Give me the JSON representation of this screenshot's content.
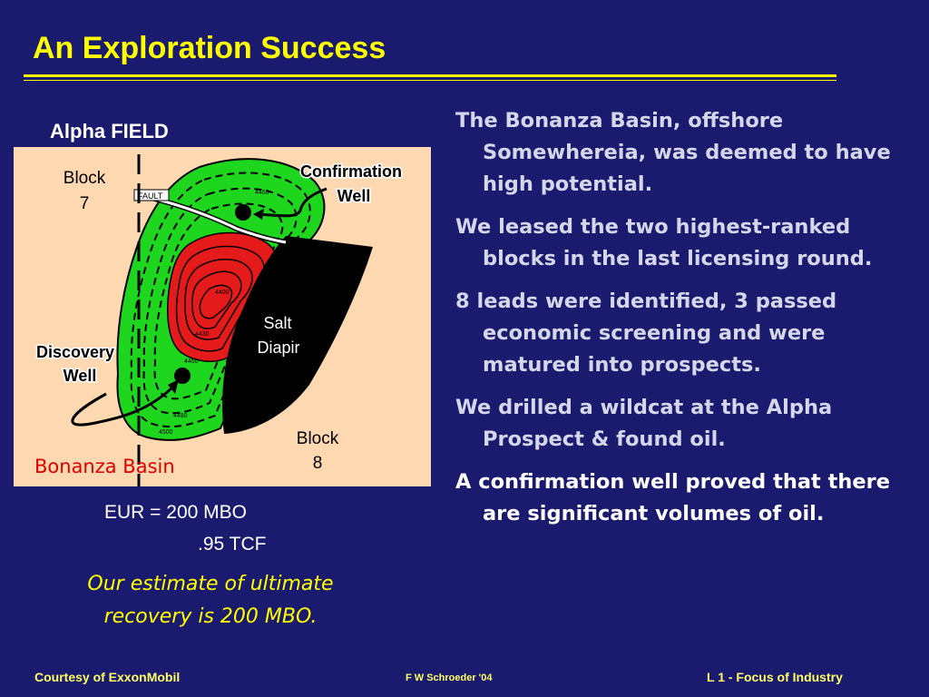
{
  "slide": {
    "title": "An Exploration Success"
  },
  "map": {
    "heading": "Alpha FIELD",
    "block7_line1": "Block",
    "block7_line2": "7",
    "block8_line1": "Block",
    "block8_line2": "8",
    "confirmation_line1": "Confirmation",
    "confirmation_line2": "Well",
    "discovery_line1": "Discovery",
    "discovery_line2": "Well",
    "salt_line1": "Salt",
    "salt_line2": "Diapir",
    "fault_label": "FAULT",
    "basin_label": "Bonanza Basin",
    "contour_labels": [
      "4460",
      "4400",
      "4430",
      "4460",
      "4480",
      "4500"
    ],
    "colors": {
      "background": "#fdd8b0",
      "oil": "#e51a1a",
      "gas": "#1fd61f",
      "salt": "#000000",
      "basin_text": "#e00000"
    }
  },
  "eur": {
    "line1": "EUR = 200 MBO",
    "line2": ".95 TCF",
    "estimate": "Our estimate of ultimate recovery is 200 MBO."
  },
  "bullets": [
    "The Bonanza Basin, offshore Somewhereia, was deemed to have high potential.",
    "We leased the two highest-ranked blocks in the last licensing round.",
    "8 leads were identified, 3 passed economic screening and were matured into prospects.",
    "We drilled a wildcat at the Alpha Prospect & found oil.",
    "A confirmation well proved that there are significant volumes of oil."
  ],
  "footer": {
    "left": "Courtesy of ExxonMobil",
    "center": "F W Schroeder  '04",
    "right": "L 1 -  Focus of Industry"
  },
  "colors": {
    "slide_background": "#1a1a6e",
    "title": "#ffff00",
    "bullet_text": "#d6d6ea",
    "highlight_text": "#ffffff"
  }
}
